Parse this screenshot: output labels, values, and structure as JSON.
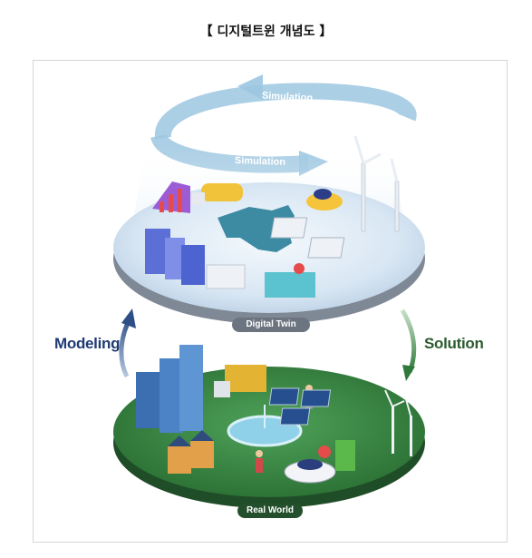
{
  "title": "【 디지털트윈 개념도 】",
  "labels": {
    "modeling": "Modeling",
    "solution": "Solution",
    "digital_twin": "Digital Twin",
    "real_world": "Real World",
    "simulation_top": "Simulation",
    "simulation_bottom": "Simulation"
  },
  "colors": {
    "twin_platform": "#dbe8f4",
    "twin_rim": "#8a95a3",
    "real_platform": "#2f7d3a",
    "real_rim": "#1f4d27",
    "modeling_arrow": "#3b5f95",
    "solution_arrow": "#3f8a4a",
    "simulation_arrow": "#8fbfdc"
  }
}
